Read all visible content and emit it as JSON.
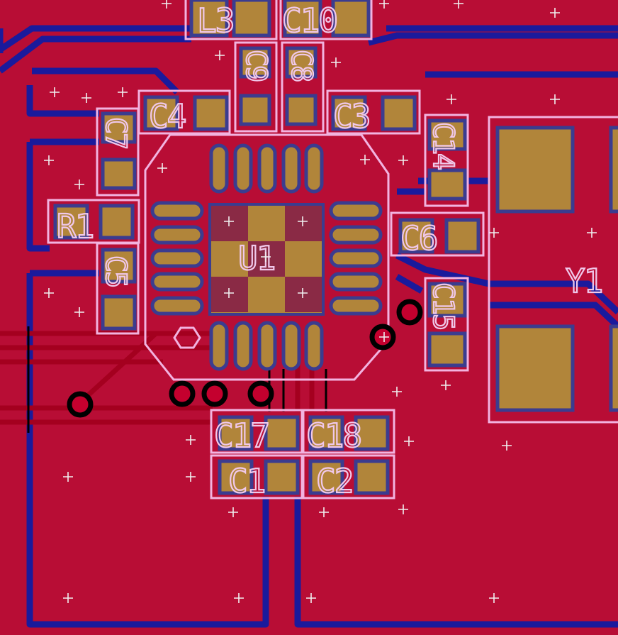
{
  "board": {
    "background_color": "#b80d35",
    "copper_bottom_color": "#1a1a9c",
    "pad_color": "#b1853a",
    "silkscreen_color": "#f2b3e0"
  },
  "components": {
    "u1": "U1",
    "y1": "Y1",
    "r1": "R1",
    "c1": "C1",
    "c2": "C2",
    "c3": "C3",
    "c4": "C4",
    "c5": "C5",
    "c6": "C6",
    "c7": "C7",
    "c8": "C8",
    "c9": "C9",
    "c10": "C10",
    "c14": "C14",
    "c15": "C15",
    "c17": "C17",
    "c18": "C18",
    "l3": "L3"
  }
}
